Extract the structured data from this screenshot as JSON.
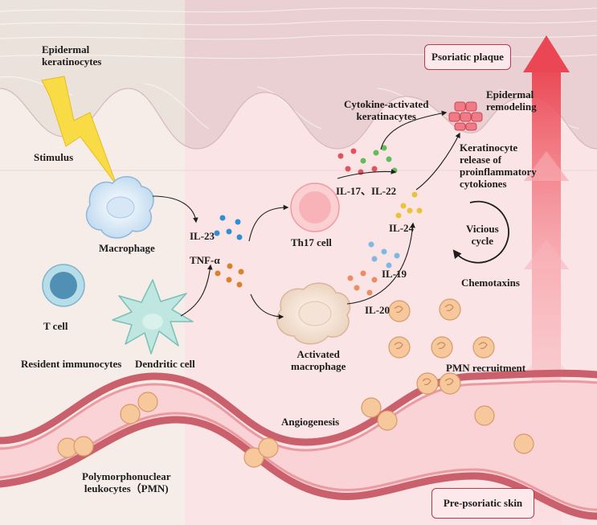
{
  "labels": {
    "epidermal_keratinocytes": "Epidermal\nkeratinocytes",
    "stimulus": "Stimulus",
    "macrophage": "Macrophage",
    "t_cell": "T cell",
    "resident_immunocytes": "Resident immunocytes",
    "dendritic_cell": "Dendritic cell",
    "il23": "IL-23",
    "tnf_alpha": "TNF-α",
    "th17_cell": "Th17  cell",
    "activated_macrophage": "Activated\nmacrophage",
    "il17_il22": "IL-17、IL-22",
    "il24": "IL-24",
    "il19": "IL-19",
    "il20": "IL-20",
    "cytokine_activated_keratinocytes": "Cytokine-activated\nkeratinacytes",
    "epidermal_remodeling": "Epidermal\nremodeling",
    "keratinocyte_release": "Keratinocyte\nrelease of\nproinflammatory\ncytokiones",
    "vicious_cycle": "Vicious\ncycle",
    "chemotaxins": "Chemotaxins",
    "pmn_recruitment": "PMN recruitment",
    "angiogenesis": "Angiogenesis",
    "polymorphonuclear_leukocytes": "Polymorphonuclear\nleukocytes（PMN)",
    "psoriatic_plaque": "Psoriatic plaque",
    "pre_psoriatic_skin": "Pre-psoriatic skin"
  },
  "colors": {
    "background_left": "#f6ede9",
    "background_right": "#fbe4e6",
    "epidermis": "#efe6e1",
    "blood_vessel": "#c85c68",
    "il23_dots": "#2f8fd0",
    "tnf_dots": "#d9822b",
    "il17_red": "#e0525c",
    "il17_green": "#5fbd5c",
    "il24_dots": "#e9c338",
    "il19_dots": "#7fb9df",
    "il20_dots": "#ec8c62",
    "arrow": "#f07a85",
    "lightning": "#f9dc45"
  },
  "icons": [
    "lightning-icon",
    "macrophage-cell-icon",
    "t-cell-icon",
    "dendritic-cell-icon",
    "th17-cell-icon",
    "activated-macrophage-icon",
    "keratinocyte-cluster-icon",
    "pmn-cell-icon",
    "blood-vessel-icon",
    "cycle-arrow-icon",
    "progression-arrow-icon"
  ]
}
